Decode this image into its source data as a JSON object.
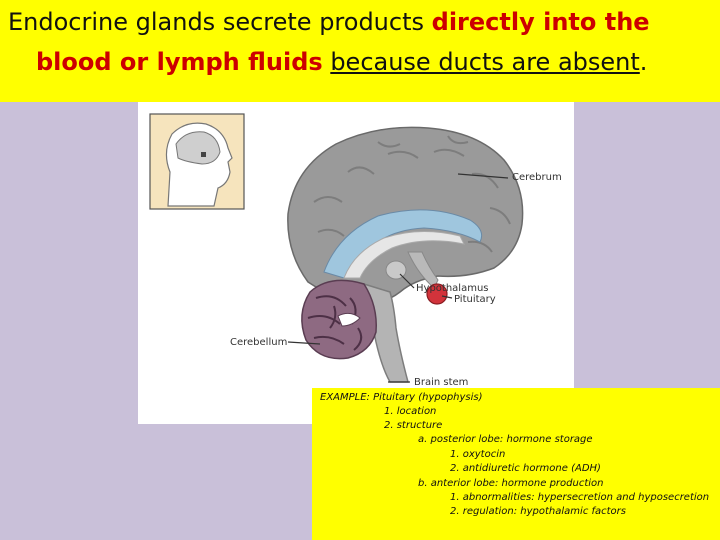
{
  "title": {
    "line1_plain": "Endocrine glands secrete products ",
    "line1_emphasis": "directly into the",
    "line2_emphasis": "blood or lymph fluids",
    "line2_space": " ",
    "line2_underline": "because ducts are absent",
    "line2_end": "."
  },
  "figure": {
    "labels": {
      "cerebrum": "Cerebrum",
      "hypothalamus": "Hypothalamus",
      "pituitary": "Pituitary",
      "cerebellum": "Cerebellum",
      "brain_stem": "Brain stem"
    }
  },
  "example": {
    "heading": "EXAMPLE:  Pituitary (hypophysis)",
    "lines": [
      "1. location",
      "2. structure",
      "a. posterior lobe:  hormone storage",
      "1.  oxytocin",
      "2.  antidiuretic hormone (ADH)",
      "b. anterior lobe:  hormone production",
      "1.  abnormalities:  hypersecretion and hyposecretion",
      "2.  regulation:  hypothalamic factors"
    ]
  },
  "colors": {
    "title_band": "#ffff00",
    "emphasis": "#cc0000",
    "background": "#c9c0d9",
    "brain_gray": "#9a9a9a",
    "ventricle_blue": "#9fc6de",
    "cerebellum_purple": "#8e6a82",
    "pituitary_red": "#d2333b"
  }
}
